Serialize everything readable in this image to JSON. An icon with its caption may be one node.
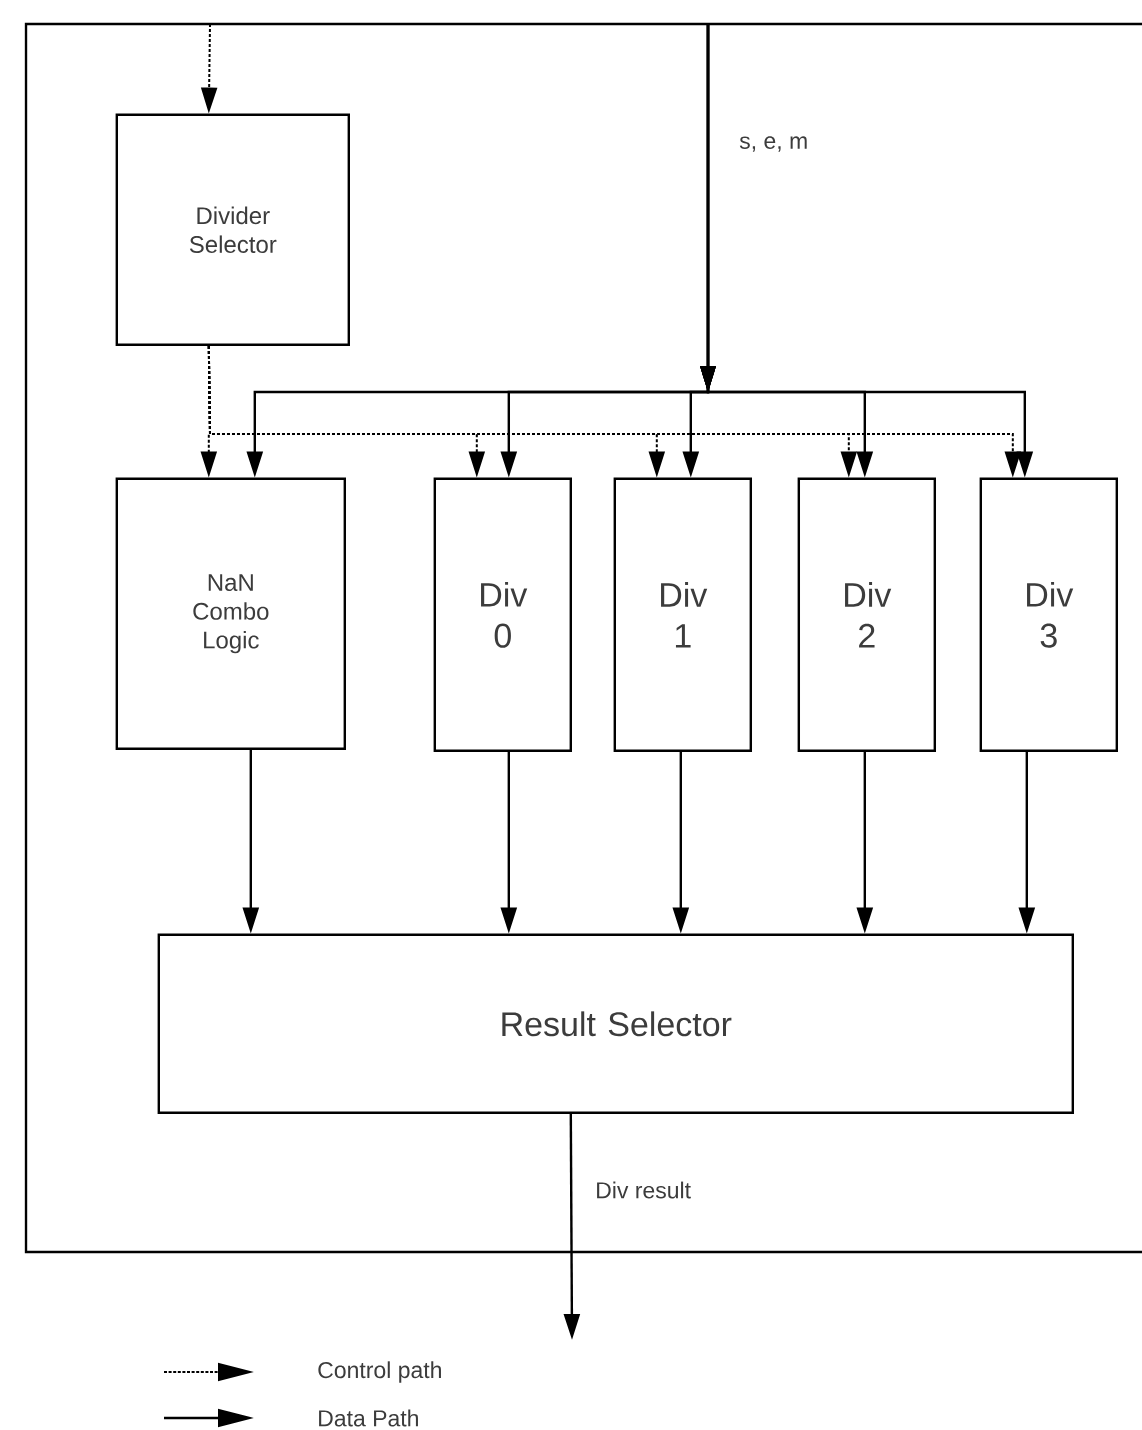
{
  "diagram": {
    "nodes": [
      {
        "text": [],
        "shape": "box"
      },
      {
        "text": [
          "Divider Selector"
        ],
        "in": 0
      },
      {
        "text": [
          "NaN Combo Logic"
        ],
        "in": 0
      },
      {
        "text": [
          "Div 0"
        ],
        "in": 0
      },
      {
        "text": [
          "Div 1"
        ],
        "in": 0
      },
      {
        "text": [
          "Div 2"
        ],
        "in": 0
      },
      {
        "text": [
          "Div 3"
        ],
        "in": 0
      },
      {
        "text": [
          "Result Selector"
        ],
        "in": 0
      }
    ],
    "edges": [
      {
        "from": null,
        "to": 1,
        "arrow": "to",
        "style": "dashed"
      },
      {
        "from": null,
        "to": 2,
        "arrow": "to",
        "label": "s, e, m"
      },
      {
        "from": null,
        "to": 3,
        "arrow": "to"
      },
      {
        "from": null,
        "to": 4,
        "arrow": "to"
      },
      {
        "from": null,
        "to": 5,
        "arrow": "to"
      },
      {
        "from": null,
        "to": 6,
        "arrow": "to"
      },
      {
        "from": 1,
        "to": 2,
        "arrow": "to",
        "style": "dashed"
      },
      {
        "from": 1,
        "to": 3,
        "arrow": "to",
        "style": "dashed"
      },
      {
        "from": 1,
        "to": 4,
        "arrow": "to",
        "style": "dashed"
      },
      {
        "from": 1,
        "to": 5,
        "arrow": "to",
        "style": "dashed"
      },
      {
        "from": 1,
        "to": 6,
        "arrow": "to",
        "style": "dashed"
      },
      {
        "from": 2,
        "to": 7,
        "arrow": "to"
      },
      {
        "from": 3,
        "to": 7,
        "arrow": "to"
      },
      {
        "from": 4,
        "to": 7,
        "arrow": "to"
      },
      {
        "from": 5,
        "to": 7,
        "arrow": "to"
      },
      {
        "from": 6,
        "to": 7,
        "arrow": "to"
      },
      {
        "from": 7,
        "to": null,
        "arrow": "to",
        "label": "Div result"
      }
    ],
    "legend": [
      {
        "text": "Control path"
      },
      {
        "text": "Data Path"
      }
    ]
  }
}
